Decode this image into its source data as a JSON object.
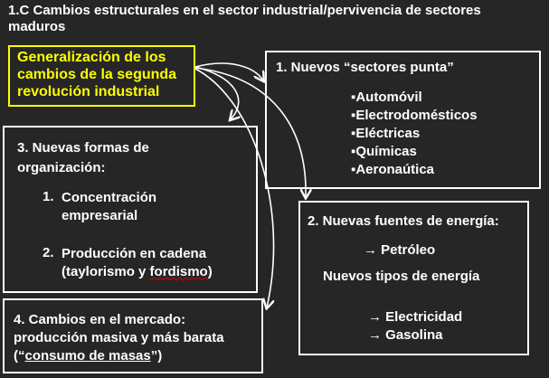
{
  "title": "1.C Cambios estructurales en el sector industrial/pervivencia de sectores maduros",
  "source_box": {
    "lines": [
      "Generalización de los",
      "cambios de la segunda",
      "revolución industrial"
    ]
  },
  "box1": {
    "heading": "1. Nuevos “sectores punta”",
    "items": [
      "Automóvil",
      "Electrodomésticos",
      "Eléctricas",
      "Químicas",
      "Aeronaútica"
    ]
  },
  "box2": {
    "heading": "2. Nuevas fuentes de energía:",
    "item1": "→ Petróleo",
    "subheading": "Nuevos tipos de energía",
    "items": [
      "→ Electricidad",
      "→ Gasolina"
    ]
  },
  "box3": {
    "heading": "3. Nuevas formas de organización:",
    "items": [
      {
        "num": "1.",
        "text": "Concentración empresarial"
      },
      {
        "num": "2.",
        "text_a": "Producción en cadena (taylorismo y ",
        "text_b": "fordismo",
        ")": ")",
        "text_c": ")"
      }
    ]
  },
  "box4": {
    "line1": "4. Cambios en el mercado:",
    "line2": "producción masiva y más barata",
    "open": "(“",
    "underlined": "consumo de masas",
    "close": "”)"
  }
}
